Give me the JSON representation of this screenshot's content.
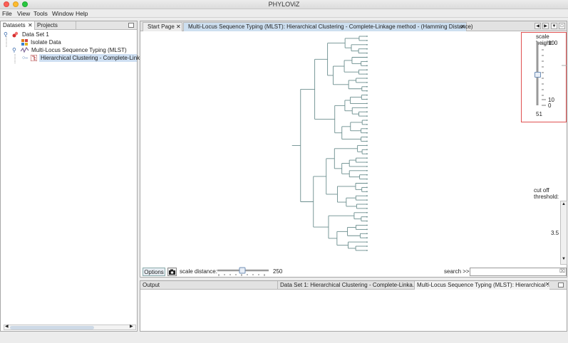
{
  "window": {
    "title": "PHYLOViZ"
  },
  "menu": [
    "File",
    "View",
    "Tools",
    "Window",
    "Help"
  ],
  "left_panel": {
    "tabs": [
      "Datasets",
      "Projects"
    ],
    "tree": {
      "dataset": "Data Set 1",
      "isolate": "Isolate Data",
      "mlst": "Multi-Locus Sequence Typing (MLST)",
      "clustering": "Hierarchical Clustering  - Complete-Link"
    }
  },
  "editor": {
    "tabs": [
      "Start Page",
      "Multi-Locus Sequence Typing (MLST): Hierarchical Clustering  - Complete-Linkage method - (Hamming Distance)"
    ],
    "scale_height": {
      "label": "scale height:",
      "tick_top": "100",
      "tick_10": "10",
      "tick_0": "0",
      "value": "51",
      "level": 0.51
    },
    "cutoff": {
      "label_line1": "cut off",
      "label_line2": "threshold:",
      "value": "3.5"
    },
    "bottom": {
      "options_label": "Options",
      "scale_distance_label": "scale distance:",
      "scale_distance_value": "250",
      "search_label": "search >>",
      "search_value": ""
    }
  },
  "output": {
    "tabs": [
      "Output",
      "Data Set 1: Hierarchical Clustering  - Complete-Linka...",
      "Multi-Locus Sequence Typing (MLST): Hierarchical ..."
    ]
  },
  "colors": {
    "dendrogram": "#6b8e8e",
    "active_tab": "#cddff0",
    "highlight": "#cfe0f3"
  },
  "icons": [
    "close-icon",
    "minimize-icon",
    "maximize-icon",
    "dataset-icon",
    "isolate-icon",
    "mlst-icon",
    "tree-icon",
    "camera-icon",
    "clear-icon"
  ]
}
